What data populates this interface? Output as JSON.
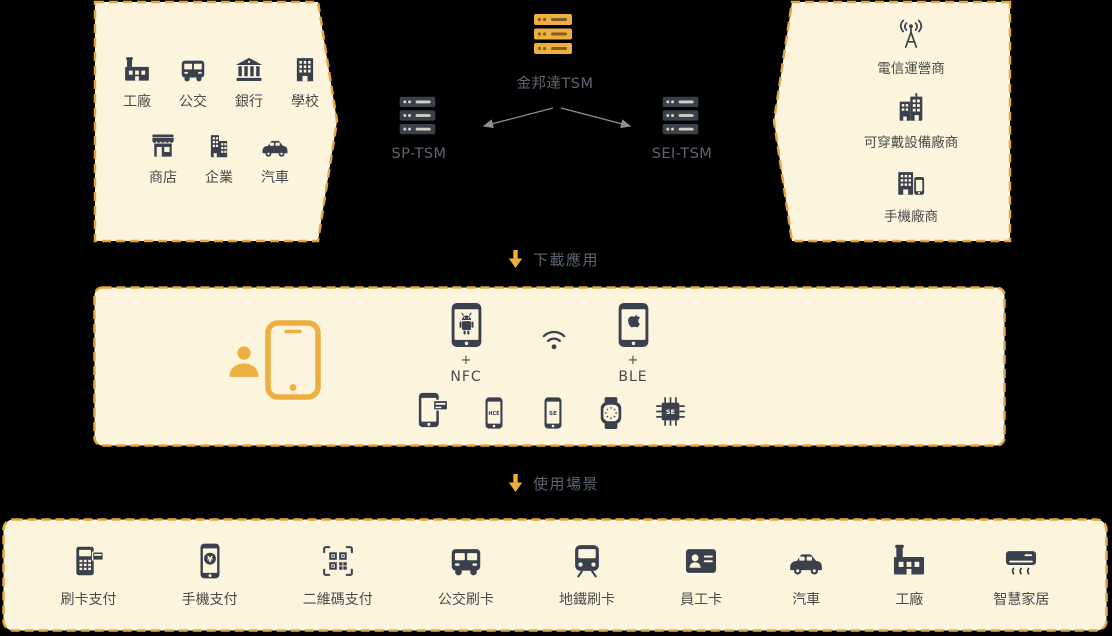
{
  "colors": {
    "background": "#000000",
    "panel_fill": "#FDF4DE",
    "panel_border": "#E2A83D",
    "icon_dark": "#3A414D",
    "gold": "#EDAF3F",
    "label_dark": "#4A4A4A",
    "label_muted": "#5D6470",
    "arrow_line": "#8A8F98"
  },
  "top": {
    "left_panel": {
      "rows": [
        [
          {
            "label": "工廠",
            "icon": "factory-icon"
          },
          {
            "label": "公交",
            "icon": "bus-icon"
          },
          {
            "label": "銀行",
            "icon": "bank-icon"
          },
          {
            "label": "學校",
            "icon": "school-icon"
          }
        ],
        [
          {
            "label": "商店",
            "icon": "shop-icon"
          },
          {
            "label": "企業",
            "icon": "enterprise-icon"
          },
          {
            "label": "汽車",
            "icon": "car-icon"
          }
        ]
      ]
    },
    "center": {
      "main": {
        "label": "金邦達TSM",
        "icon": "server-gold-icon"
      },
      "left_node": {
        "label": "SP-TSM",
        "icon": "server-icon"
      },
      "right_node": {
        "label": "SEI-TSM",
        "icon": "server-icon"
      }
    },
    "right_panel": {
      "items": [
        {
          "label": "電信運營商",
          "icon": "antenna-icon"
        },
        {
          "label": "可穿戴設備廠商",
          "icon": "wearable-maker-icon"
        },
        {
          "label": "手機廠商",
          "icon": "phone-maker-icon"
        }
      ]
    }
  },
  "flows": [
    {
      "label": "下載應用"
    },
    {
      "label": "使用場景"
    }
  ],
  "middle": {
    "user": {
      "person_icon": "person-icon",
      "phone_icon": "big-phone-icon"
    },
    "android": {
      "icon": "android-phone-icon",
      "plus": "+",
      "label": "NFC"
    },
    "signal_icon": "contactless-icon",
    "apple": {
      "icon": "apple-phone-icon",
      "plus": "+",
      "label": "BLE"
    },
    "devices": [
      "card-phone-icon",
      "hce-phone-icon",
      "se-phone-icon",
      "smartwatch-icon",
      "se-chip-icon"
    ]
  },
  "bottom": {
    "items": [
      {
        "label": "刷卡支付",
        "icon": "pos-terminal-icon"
      },
      {
        "label": "手機支付",
        "icon": "phone-pay-icon"
      },
      {
        "label": "二維碼支付",
        "icon": "qr-code-icon"
      },
      {
        "label": "公交刷卡",
        "icon": "bus-icon"
      },
      {
        "label": "地鐵刷卡",
        "icon": "metro-icon"
      },
      {
        "label": "員工卡",
        "icon": "id-card-icon"
      },
      {
        "label": "汽車",
        "icon": "car-icon"
      },
      {
        "label": "工廠",
        "icon": "factory-icon"
      },
      {
        "label": "智慧家居",
        "icon": "smart-home-icon"
      }
    ]
  },
  "icon_texts": {
    "hce": "HCE",
    "se": "SE",
    "yuan": "¥"
  }
}
